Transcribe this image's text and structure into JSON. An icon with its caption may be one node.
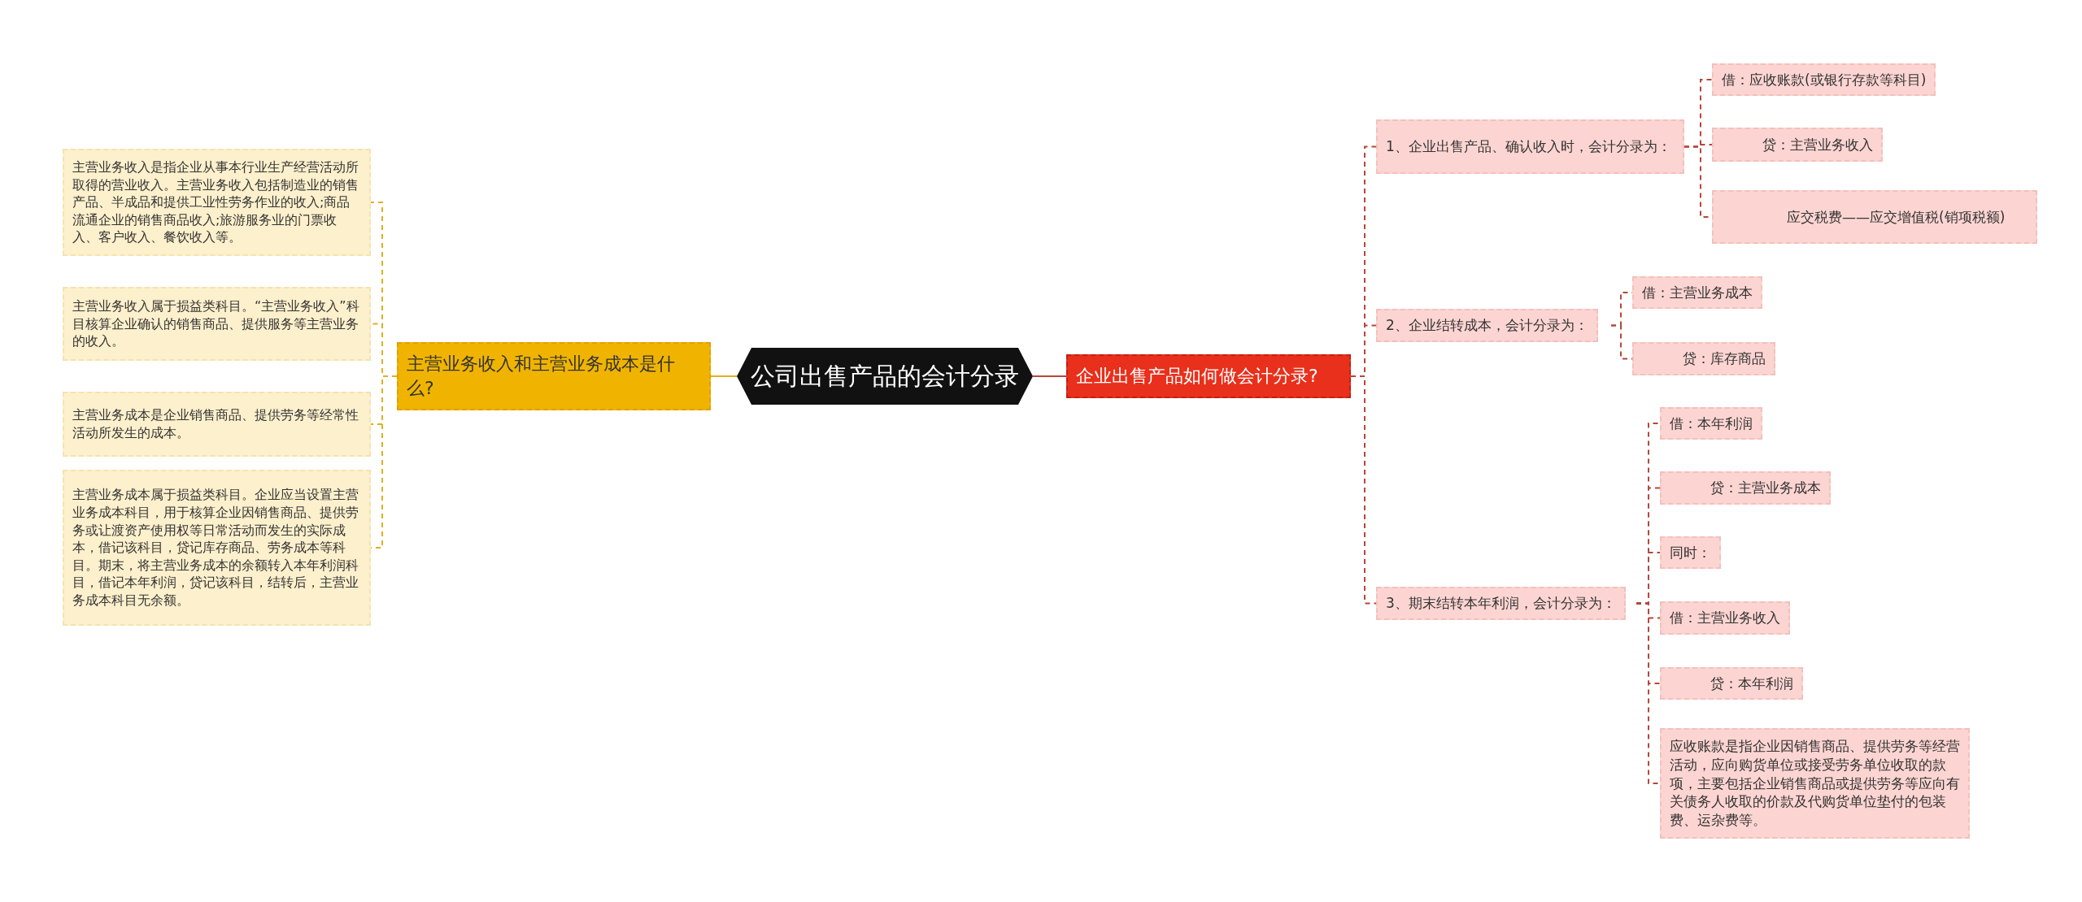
{
  "diagram": {
    "nodes": [
      {
        "text": [
          "公司出售产品的会计分录"
        ]
      },
      {
        "text": [
          "主营业务收入和主营业务成本是什么?"
        ]
      },
      {
        "text": [
          "主营业务收入是指企业从事本行业生产经营活动所取得的营业收入。主营业务收入包括制造业的销售产品、半成品和提供工业性劳务作业的收入;商品流通企业的销售商品收入;旅游服务业的门票收入、客户收入、餐饮收入等。"
        ]
      },
      {
        "text": [
          "主营业务收入属于损益类科目。“主营业务收入”科目核算企业确认的销售商品、提供服务等主营业务的收入。"
        ]
      },
      {
        "text": [
          "主营业务成本是企业销售商品、提供劳务等经常性活动所发生的成本。"
        ]
      },
      {
        "text": [
          "主营业务成本属于损益类科目。企业应当设置主营业务成本科目，用于核算企业因销售商品、提供劳务或让渡资产使用权等日常活动而发生的实际成本，借记该科目，贷记库存商品、劳务成本等科目。期末，将主营业务成本的余额转入本年利润科目，借记本年利润，贷记该科目，结转后，主营业务成本科目无余额。"
        ]
      },
      {
        "text": [
          "企业出售产品如何做会计分录?"
        ]
      },
      {
        "text": [
          "1、企业出售产品、确认收入时，会计分录为："
        ]
      },
      {
        "text": [
          "借：应收账款(或银行存款等科目)"
        ]
      },
      {
        "text": [
          "贷：主营业务收入"
        ]
      },
      {
        "text": [
          "应交税费——应交增值税(销项税额)"
        ]
      },
      {
        "text": [
          "2、企业结转成本，会计分录为："
        ]
      },
      {
        "text": [
          "借：主营业务成本"
        ]
      },
      {
        "text": [
          "贷：库存商品"
        ]
      },
      {
        "text": [
          "3、期末结转本年利润，会计分录为："
        ]
      },
      {
        "text": [
          "借：本年利润"
        ]
      },
      {
        "text": [
          "贷：主营业务成本"
        ]
      },
      {
        "text": [
          "同时："
        ]
      },
      {
        "text": [
          "借：主营业务收入"
        ]
      },
      {
        "text": [
          "贷：本年利润"
        ]
      },
      {
        "text": [
          "应收账款是指企业因销售商品、提供劳务等经营活动，应向购货单位或接受劳务单位收取的款项，主要包括企业销售商品或提供劳务等应向有关债务人收取的价款及代购货单位垫付的包装费、运杂费等。"
        ]
      }
    ],
    "edges": [
      {
        "from": 0,
        "to": 1,
        "arrow": "none",
        "color": "#e0b020"
      },
      {
        "from": 0,
        "to": 6,
        "arrow": "none"
      },
      {
        "from": 1,
        "to": 2,
        "arrow": "none",
        "style": "dashed",
        "color": "#e0b020"
      },
      {
        "from": 1,
        "to": 3,
        "arrow": "none",
        "style": "dashed",
        "color": "#e0b020"
      },
      {
        "from": 1,
        "to": 4,
        "arrow": "none",
        "style": "dashed",
        "color": "#e0b020"
      },
      {
        "from": 1,
        "to": 5,
        "arrow": "none",
        "style": "dashed",
        "color": "#e0b020"
      },
      {
        "from": 6,
        "to": 7,
        "arrow": "none",
        "style": "dashed"
      },
      {
        "from": 6,
        "to": 11,
        "arrow": "none",
        "style": "dashed"
      },
      {
        "from": 6,
        "to": 14,
        "arrow": "none",
        "style": "dashed"
      },
      {
        "from": 7,
        "to": 8,
        "arrow": "none",
        "style": "dashed"
      },
      {
        "from": 7,
        "to": 9,
        "arrow": "none",
        "style": "dashed"
      },
      {
        "from": 7,
        "to": 10,
        "arrow": "none",
        "style": "dashed"
      },
      {
        "from": 11,
        "to": 12,
        "arrow": "none",
        "style": "dashed"
      },
      {
        "from": 11,
        "to": 13,
        "arrow": "none",
        "style": "dashed"
      },
      {
        "from": 14,
        "to": 15,
        "arrow": "none",
        "style": "dashed"
      },
      {
        "from": 14,
        "to": 16,
        "arrow": "none",
        "style": "dashed"
      },
      {
        "from": 14,
        "to": 17,
        "arrow": "none",
        "style": "dashed"
      },
      {
        "from": 14,
        "to": 18,
        "arrow": "none",
        "style": "dashed"
      },
      {
        "from": 14,
        "to": 19,
        "arrow": "none",
        "style": "dashed"
      },
      {
        "from": 14,
        "to": 20,
        "arrow": "none",
        "style": "dashed"
      }
    ]
  }
}
